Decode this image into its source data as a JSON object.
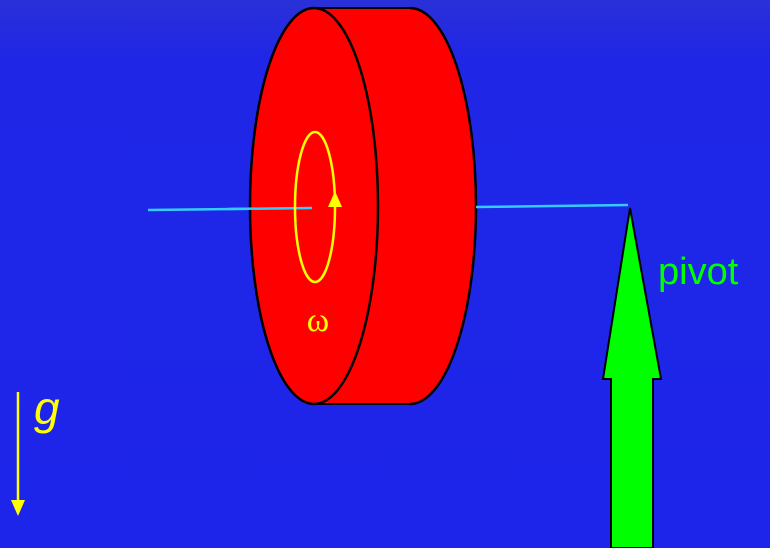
{
  "labels": {
    "pivot": "pivot",
    "omega": "ω",
    "gravity": "g"
  },
  "colors": {
    "background": "#1d25ea",
    "wheel": "#ff0000",
    "wheel_outline": "#000000",
    "axle": "#33ccff",
    "spin_indicator": "#ffff00",
    "pivot_arrow": "#00ff00",
    "gravity_arrow": "#ffff00",
    "pivot_text": "#00ff00",
    "omega_text": "#ffff00",
    "gravity_text": "#ffff00"
  }
}
